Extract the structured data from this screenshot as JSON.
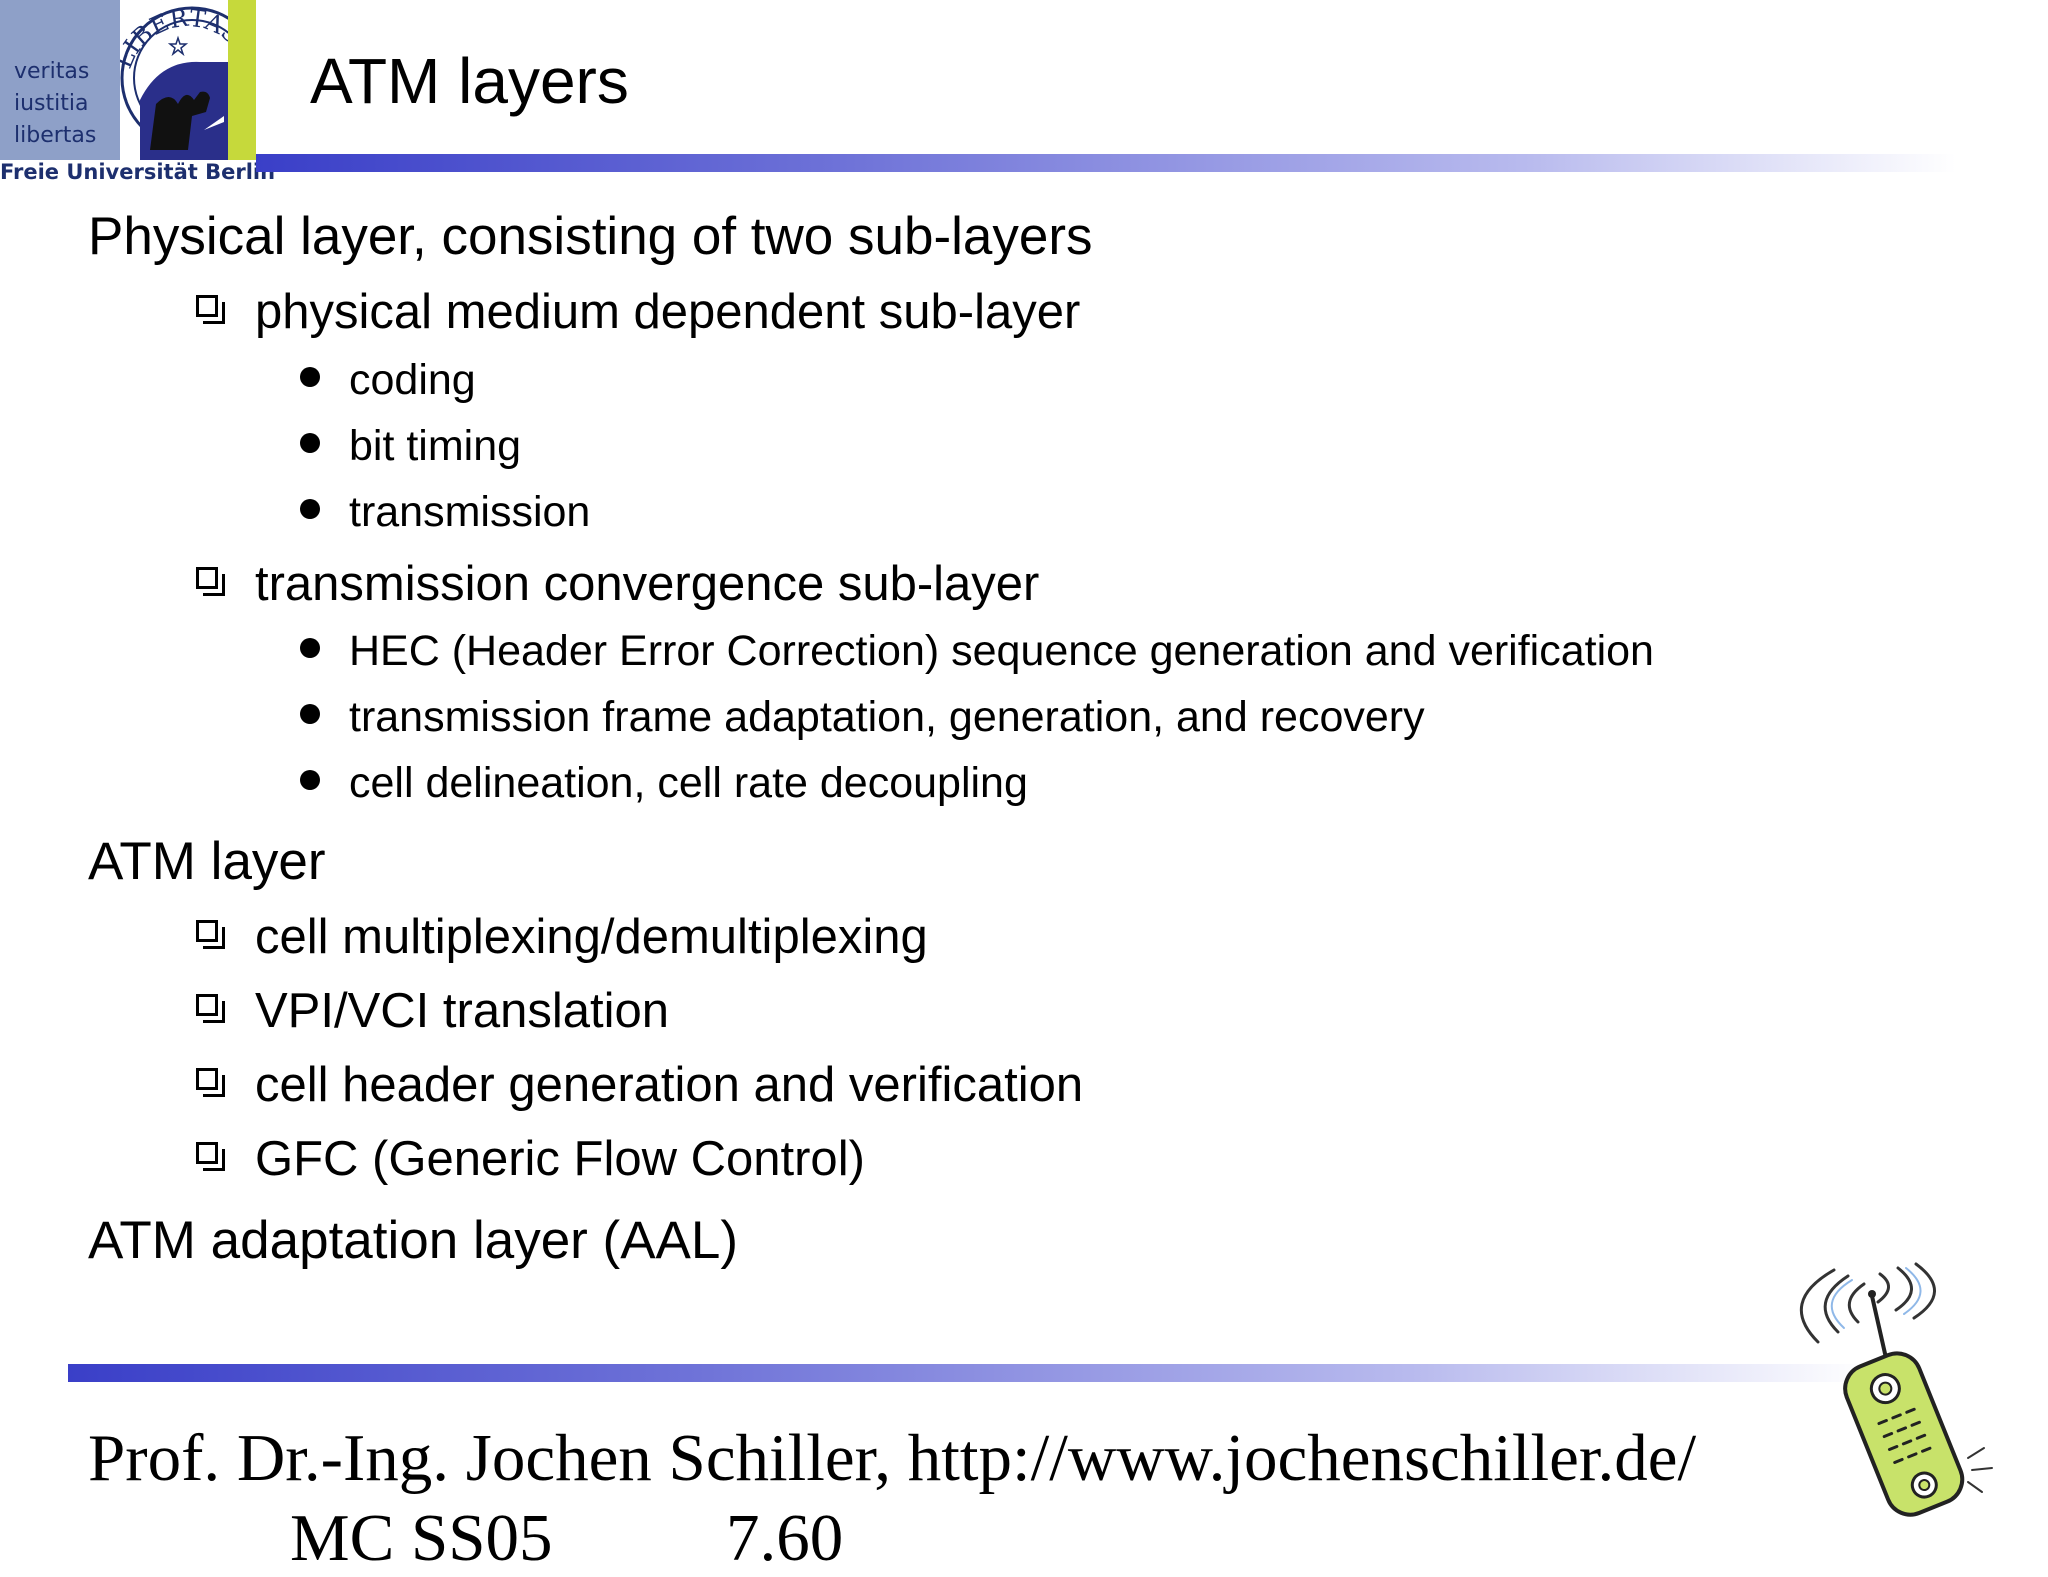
{
  "logo": {
    "motto": [
      "veritas",
      "iustitia",
      "libertas"
    ],
    "seal_text": "LIBERTAS",
    "university": "Freie Universität Berlin"
  },
  "slide": {
    "title": "ATM layers",
    "sections": [
      {
        "heading": "Physical layer, consisting of two sub-layers",
        "items": [
          {
            "text": "physical medium dependent sub-layer",
            "subitems": [
              "coding",
              "bit timing",
              "transmission"
            ]
          },
          {
            "text": "transmission convergence sub-layer",
            "subitems": [
              "HEC (Header Error Correction) sequence generation and verification",
              "transmission frame adaptation, generation, and recovery",
              "cell delineation, cell rate decoupling"
            ]
          }
        ]
      },
      {
        "heading": "ATM layer",
        "items": [
          {
            "text": "cell multiplexing/demultiplexing"
          },
          {
            "text": "VPI/VCI translation"
          },
          {
            "text": "cell header generation and verification"
          },
          {
            "text": "GFC (Generic Flow Control)"
          }
        ]
      },
      {
        "heading": "ATM adaptation layer (AAL)"
      }
    ]
  },
  "footer": {
    "line1": "Prof. Dr.-Ing. Jochen Schiller, http://www.jochenschiller.de/",
    "line2_left": "MC SS05",
    "line2_right": "7.60"
  },
  "colors": {
    "rule_blue": "#3a3fc8",
    "logo_blue": "#8ea0c8",
    "logo_green": "#c6d93b",
    "logo_text": "#1d2f6e",
    "phone_green": "#c8e26a"
  },
  "icons": {
    "logo_seal": "bear-seal-icon",
    "level2_bullet": "square-bullet-icon",
    "level3_bullet": "round-bullet-icon",
    "mobile_phone": "mobile-phone-icon"
  }
}
